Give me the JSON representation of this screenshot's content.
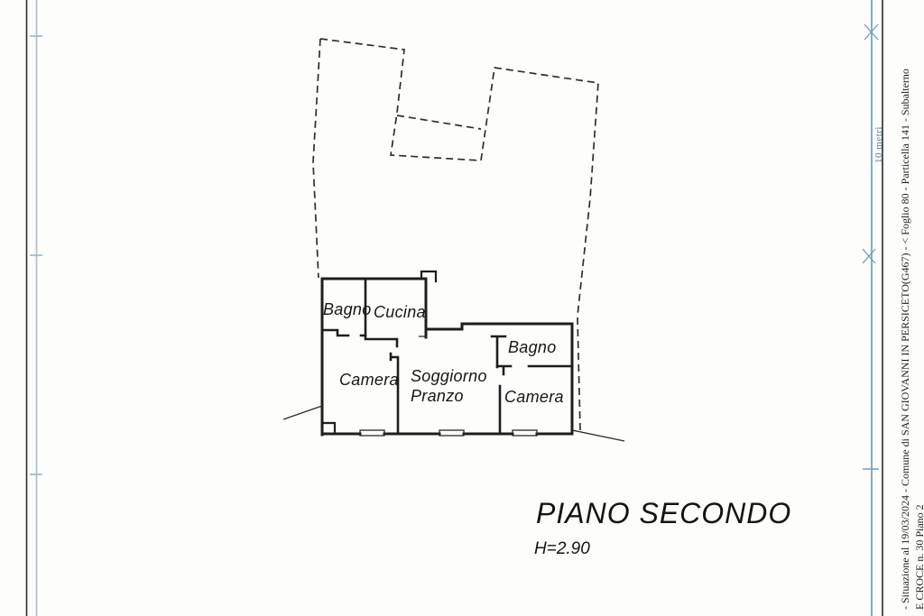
{
  "plan": {
    "title": "PIANO SECONDO",
    "height_label": "H=2.90",
    "rooms": {
      "bagno_left": "Bagno",
      "cucina": "Cucina",
      "camera_left": "Camera",
      "soggiorno_line1": "Soggiorno",
      "soggiorno_line2": "Pranzo",
      "bagno_right": "Bagno",
      "camera_right": "Camera"
    }
  },
  "margin": {
    "info_line": "- Situazione al 19/03/2024 - Comune di SAN GIOVANNI IN PERSICETO(G467) -  <  Foglio 80 - Particella 141 - Subalterno",
    "address_line": "E CROCE n. 30 Piano 2",
    "scale_label": "10 metri"
  },
  "colors": {
    "ink": "#1f1f1f",
    "frame_black": "#2b2b2b",
    "frame_blue_left": "#a9c4d8",
    "frame_blue_right": "#7aa2c4",
    "blue_text": "#4d7fae"
  }
}
